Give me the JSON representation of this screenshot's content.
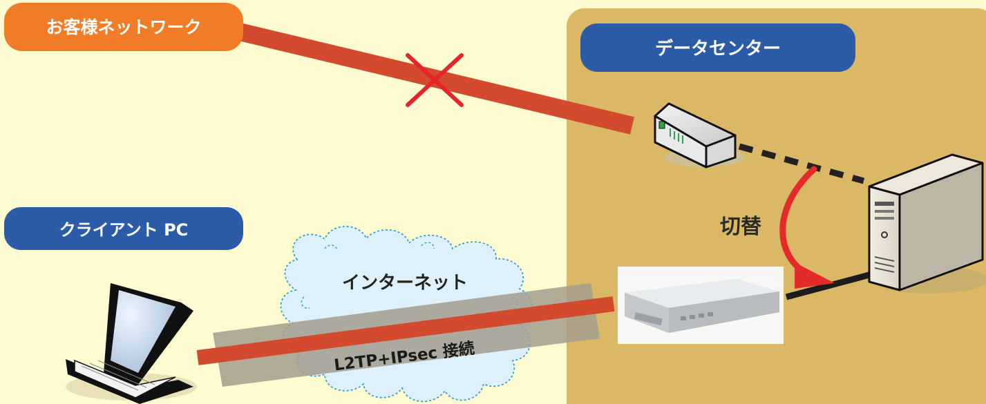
{
  "labels": {
    "customer_network": "お客様ネットワーク",
    "data_center": "データセンター",
    "client_pc": "クライアント PC",
    "internet": "インターネット",
    "switch": "切替",
    "tunnel": "L2TP+IPsec 接続"
  },
  "colors": {
    "background": "#fffbd0",
    "datacenter_panel": "#dbb865",
    "customer_badge": "#f07c27",
    "blue_badge": "#2c5ca8",
    "link_line": "#d44a2e",
    "cross_mark": "#e4252b",
    "switch_arrow": "#e52a2a",
    "tunnel_band": "#a39e8d",
    "cloud_fill": "#def1fa",
    "cloud_outline": "#2c9fd8"
  },
  "icons": {
    "cross": "cross-mark-icon",
    "router": "router-icon",
    "server": "server-icon",
    "vpn_router": "vpn-router-icon",
    "laptop": "laptop-icon",
    "cloud": "cloud-icon"
  }
}
